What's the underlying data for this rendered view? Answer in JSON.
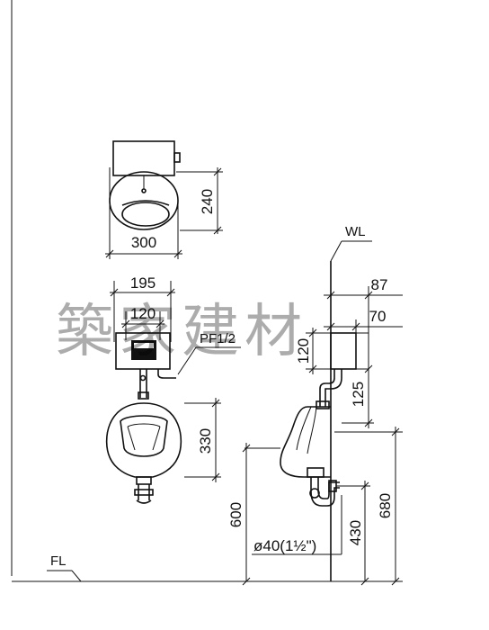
{
  "watermark": "築家建材",
  "top_view": {
    "width_label": "300",
    "depth_label": "240"
  },
  "front_view": {
    "width_195_label": "195",
    "width_120_label": "120",
    "inlet_label": "PF1/2",
    "height_330_label": "330",
    "floor_label": "FL"
  },
  "side_view": {
    "wall_label": "WL",
    "d87_label": "87",
    "d70_label": "70",
    "h120_label": "120",
    "h125_label": "125",
    "h600_label": "600",
    "h680_label": "680",
    "h430_label": "430",
    "outlet_label": "ø40(1½\")"
  }
}
